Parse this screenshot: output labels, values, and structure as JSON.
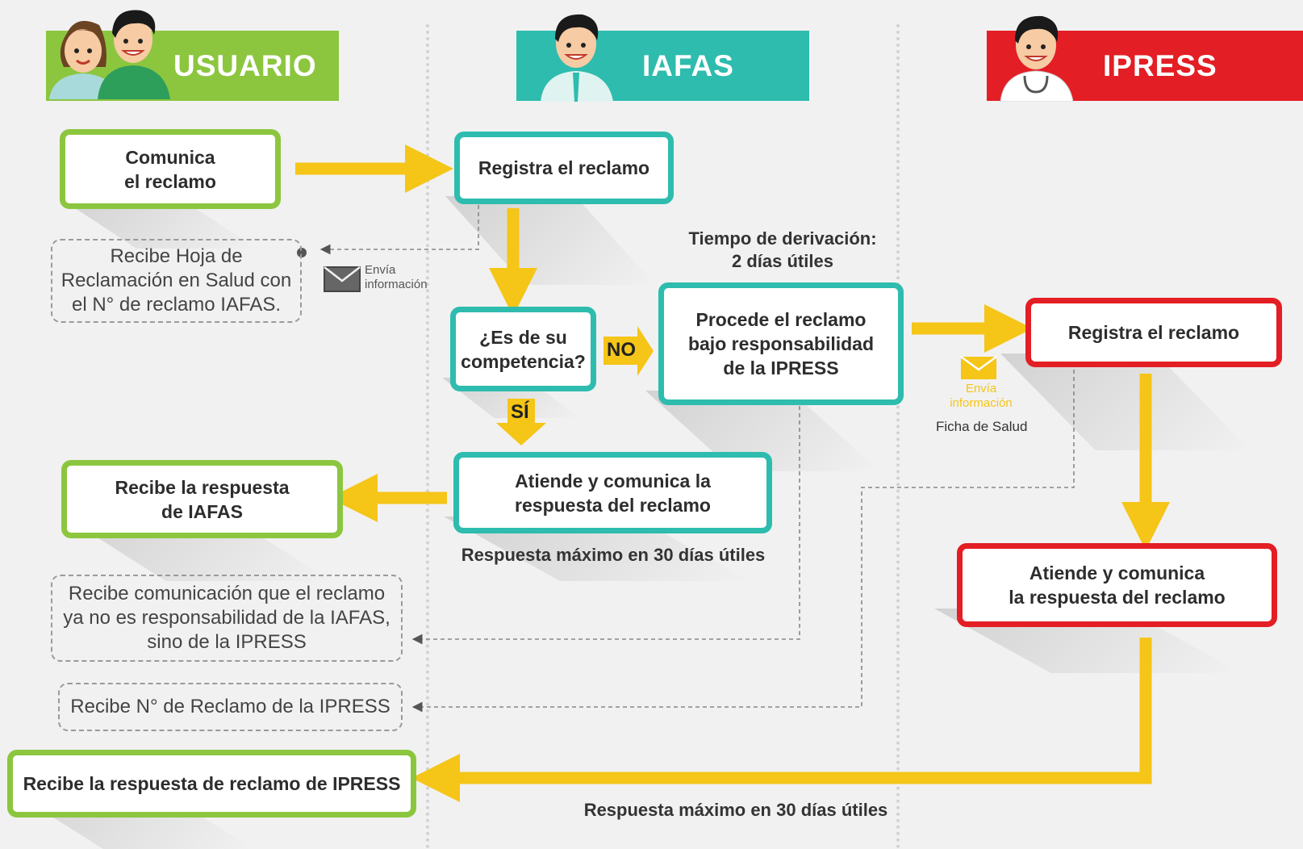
{
  "lanes": {
    "usuario": {
      "title": "USUARIO",
      "color": "#8cc63f"
    },
    "iafas": {
      "title": "IAFAS",
      "color": "#2ebcae"
    },
    "ipress": {
      "title": "IPRESS",
      "color": "#e31e24"
    }
  },
  "boxes": {
    "comunica": "Comunica\nel reclamo",
    "registra_iafas": "Registra el reclamo",
    "competencia": "¿Es de su\ncompetencia?",
    "procede": "Procede el reclamo\nbajo responsabilidad\nde la IPRESS",
    "registra_ipress": "Registra el reclamo",
    "atiende_iafas": "Atiende y comunica la\nrespuesta del reclamo",
    "recibe_respuesta_iafas": "Recibe la respuesta\nde IAFAS",
    "atiende_ipress": "Atiende y comunica\nla respuesta del reclamo",
    "recibe_respuesta_ipress": "Recibe la respuesta de reclamo de IPRESS"
  },
  "dashed": {
    "hoja": "Recibe Hoja de\nReclamación en Salud con\nel N° de reclamo IAFAS.",
    "comunicacion": "Recibe comunicación que el reclamo\nya no es responsabilidad de la IAFAS,\nsino de la IPRESS",
    "numero": "Recibe N° de Reclamo de la IPRESS"
  },
  "labels": {
    "no": "NO",
    "si": "SÍ",
    "envia1": "Envía\ninformación",
    "envia2": "Envía\ninformación",
    "ficha": "Ficha de Salud",
    "tiempo": "Tiempo de derivación:\n2 días útiles",
    "respuesta1": "Respuesta máximo en 30 días útiles",
    "respuesta2": "Respuesta máximo en 30 días útiles"
  },
  "colors": {
    "arrow": "#f5c518",
    "background": "#f1f1f1"
  },
  "icons": [
    "person-woman-icon",
    "person-man-icon",
    "person-officer-icon",
    "doctor-icon",
    "envelope-icon"
  ]
}
